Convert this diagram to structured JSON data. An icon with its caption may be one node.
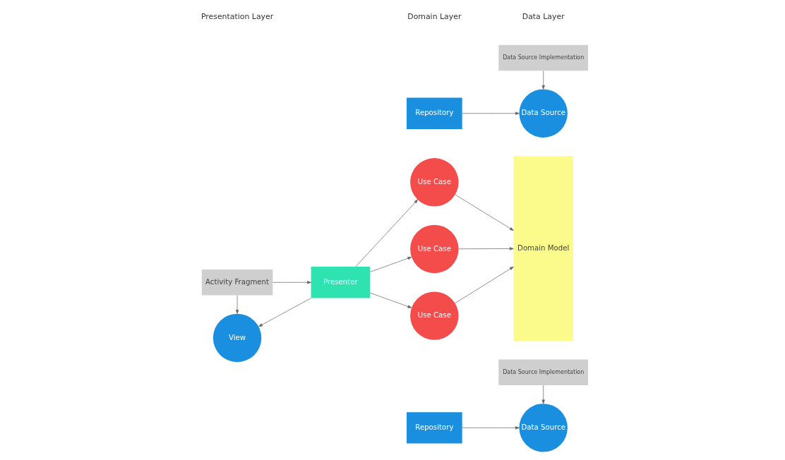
{
  "diagram": {
    "nodes": [
      {
        "text": [
          "View"
        ]
      },
      {
        "text": [
          "Activity Fragment"
        ]
      },
      {
        "text": [
          "Presenter"
        ]
      },
      {
        "text": [
          "Use Case"
        ]
      },
      {
        "text": [
          "Use Case"
        ]
      },
      {
        "text": [
          "Use Case"
        ]
      },
      {
        "text": [
          "Domain Model"
        ]
      },
      {
        "text": [
          "Repository"
        ]
      },
      {
        "text": [
          "Repository"
        ]
      },
      {
        "text": [
          "Data Source"
        ]
      },
      {
        "text": [
          "Data Source Implementation"
        ]
      },
      {
        "text": [
          "Data Source"
        ]
      },
      {
        "text": [
          "Data Source Implementation"
        ]
      }
    ],
    "edges": [
      {
        "from": 1,
        "to": 0,
        "arrow": "to"
      },
      {
        "from": 2,
        "to": 0,
        "arrow": "to"
      },
      {
        "from": 1,
        "to": 2,
        "arrow": "to"
      },
      {
        "from": 2,
        "to": 3,
        "arrow": "to"
      },
      {
        "from": 2,
        "to": 4,
        "arrow": "to"
      },
      {
        "from": 2,
        "to": 5,
        "arrow": "to"
      },
      {
        "from": 3,
        "to": 6,
        "arrow": "to"
      },
      {
        "from": 4,
        "to": 6,
        "arrow": "to"
      },
      {
        "from": 5,
        "to": 6,
        "arrow": "to"
      },
      {
        "from": 7,
        "to": 9,
        "arrow": "to"
      },
      {
        "from": 8,
        "to": 11,
        "arrow": "to"
      },
      {
        "from": 10,
        "to": 9,
        "arrow": "to"
      },
      {
        "from": 12,
        "to": 11,
        "arrow": "to"
      }
    ],
    "labels": [
      "Presentation Layer",
      "Domain Layer",
      "Data Layer"
    ]
  }
}
